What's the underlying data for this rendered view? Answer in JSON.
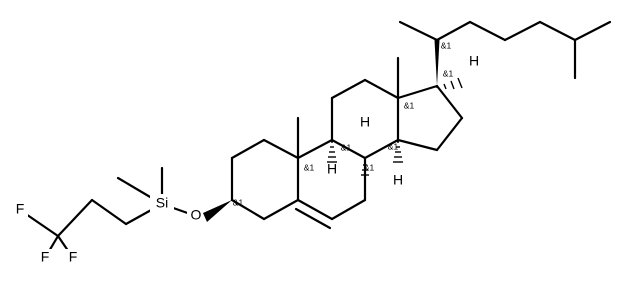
{
  "molecule": {
    "atom_labels": {
      "f1": "F",
      "f2": "F",
      "f3": "F",
      "si": "Si",
      "o": "O",
      "h9": "H",
      "h8": "H",
      "h14": "H",
      "h17": "H"
    },
    "stereo_tag": "&1"
  }
}
